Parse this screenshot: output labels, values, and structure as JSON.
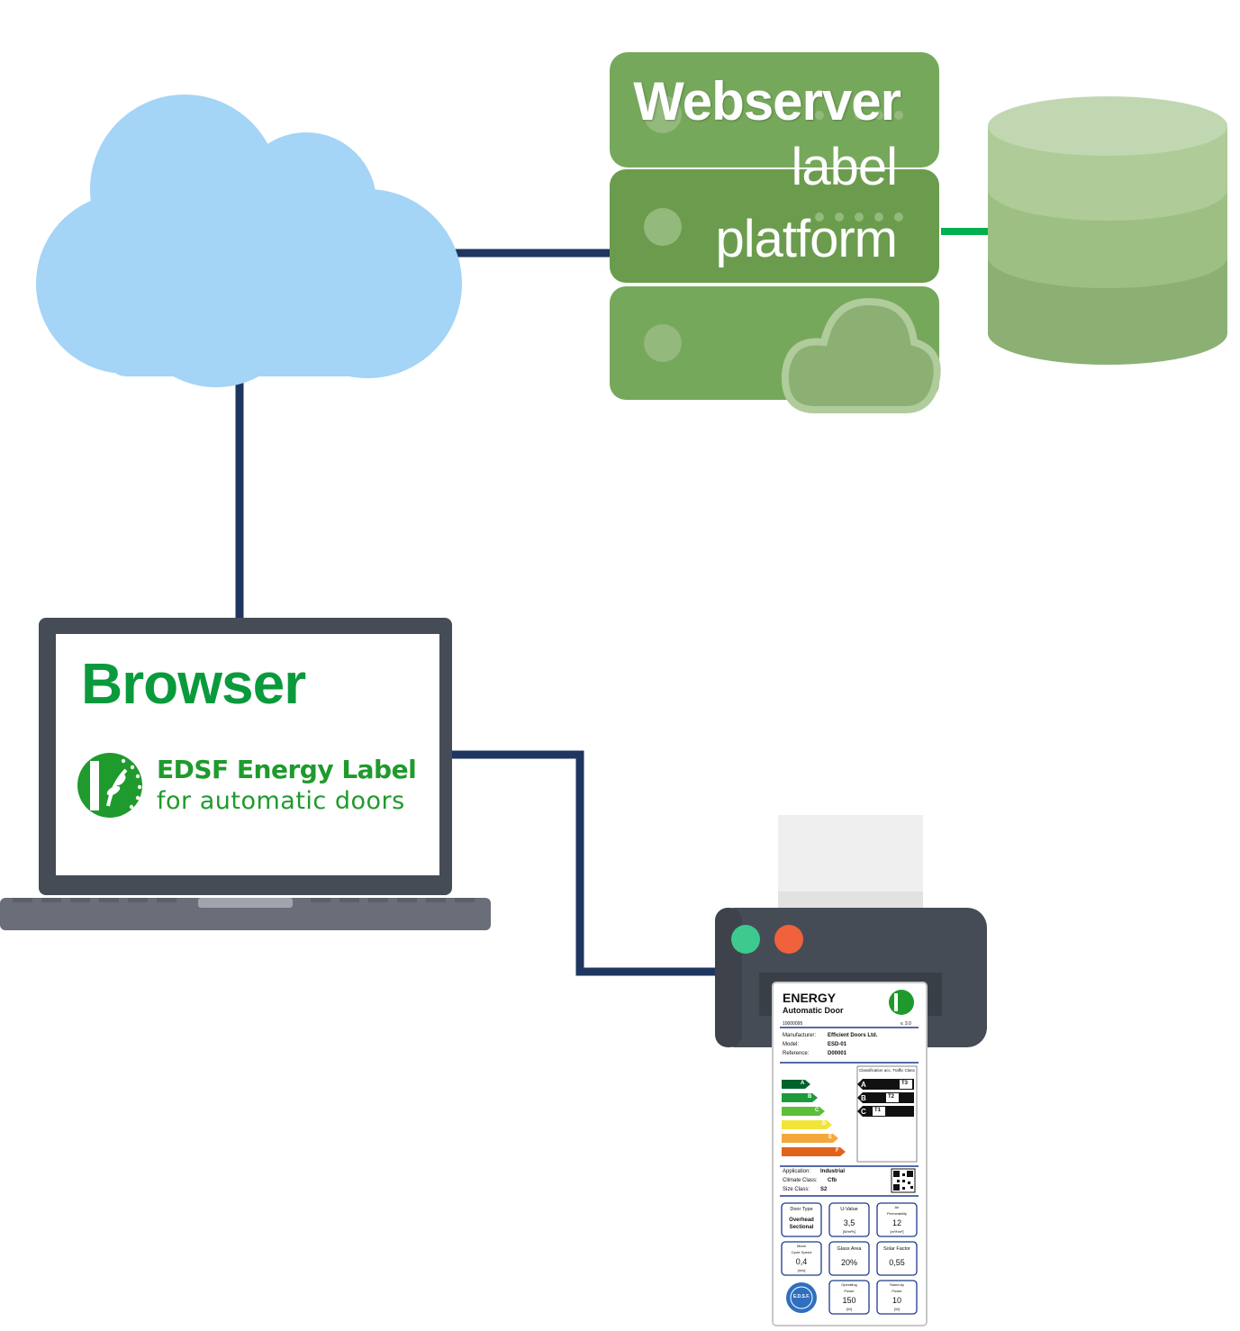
{
  "webserver": {
    "title": "Webserver",
    "subtitle_line1": "label",
    "subtitle_line2": "platform"
  },
  "browser": {
    "title": "Browser",
    "edsf_line1": "EDSF Energy Label",
    "edsf_line2": "for automatic doors"
  },
  "energy_label": {
    "heading": "ENERGY",
    "subheading": "Automatic Door",
    "number": "10000095",
    "version": "v. 3.0",
    "manufacturer_label": "Manufacturer:",
    "manufacturer_value": "Efficient Doors Ltd.",
    "model_label": "Model:",
    "model_value": "ESD-01",
    "reference_label": "Reference:",
    "reference_value": "D00001",
    "classification_title": "Classification acc. Traffic Class",
    "classes": [
      "A",
      "B",
      "C",
      "D",
      "E",
      "F"
    ],
    "traffic": [
      {
        "class": "A",
        "tag": "T3"
      },
      {
        "class": "B",
        "tag": "T2"
      },
      {
        "class": "C",
        "tag": "T1"
      }
    ],
    "application_label": "Application:",
    "application_value": "Industrial",
    "climate_label": "Climate Class:",
    "climate_value": "Cfb",
    "size_label": "Size Class:",
    "size_value": "S2",
    "boxes": {
      "door_type_title": "Door Type",
      "door_type_value1": "Overhead",
      "door_type_value2": "Sectional",
      "uvalue_title": "U-Value",
      "uvalue_value": "3,5",
      "uvalue_unit": "[W/m²K]",
      "air_title1": "Air",
      "air_title2": "Permeability",
      "air_value": "12",
      "air_unit": "[m³/hm²]",
      "mean_title1": "Mean",
      "mean_title2": "Cycle Speed",
      "mean_value": "0,4",
      "mean_unit": "[m/s]",
      "glass_title": "Glass Area",
      "glass_value": "20%",
      "solar_title": "Solar Factor",
      "solar_value": "0,55",
      "op_title1": "Operating",
      "op_title2": "Power",
      "op_value": "150",
      "op_unit": "[W]",
      "sb_title1": "Stand-by",
      "sb_title2": "Power",
      "sb_value": "10",
      "sb_unit": "[W]"
    },
    "seal_text": "E.D.S.F."
  },
  "colors": {
    "cloud": "#a4d4f6",
    "server_green": "#6fa153",
    "database_green": "#9dbf84",
    "connector_navy": "#1e3660",
    "connector_green": "#00b050",
    "browser_green": "#0a9a3c",
    "printer_body": "#464c56",
    "led_green": "#3ec98e",
    "led_red": "#f0623c"
  }
}
